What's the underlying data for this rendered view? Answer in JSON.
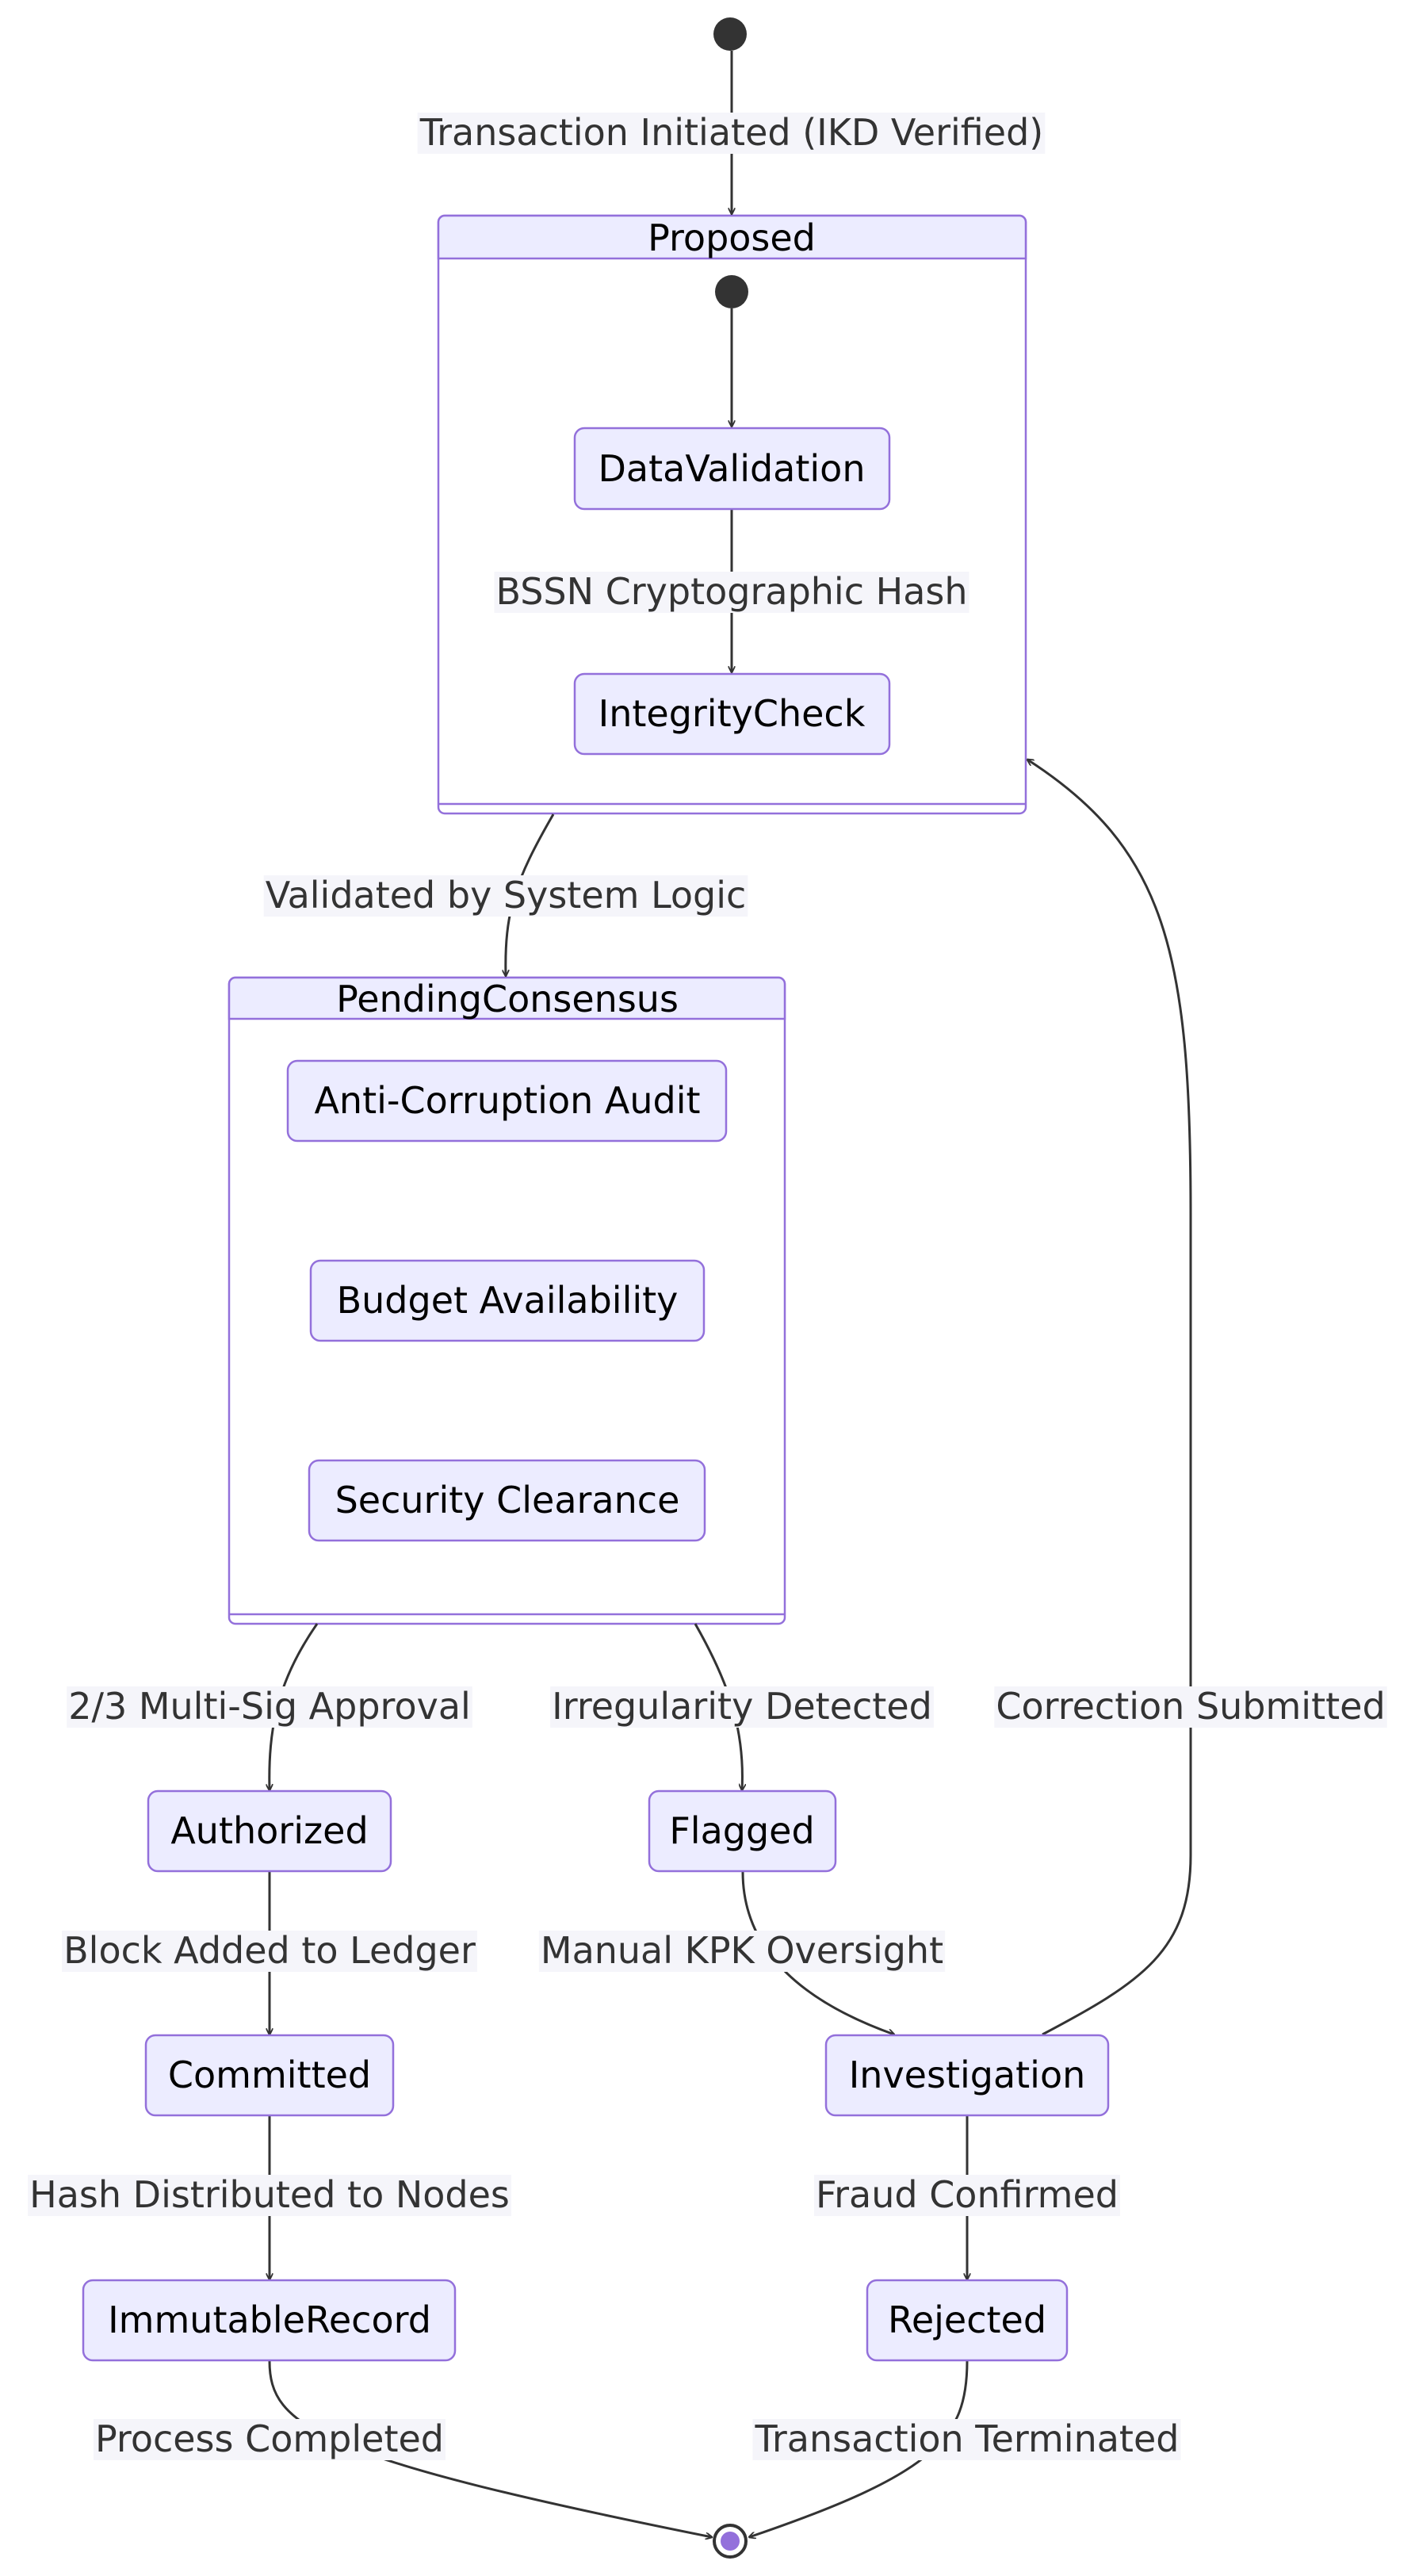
{
  "colors": {
    "node_fill": "#ECECFF",
    "node_stroke": "#9370DB",
    "edge": "#333333",
    "start_dot": "#333333",
    "end_inner": "#9370DB",
    "label_bg": "#F5F5FA"
  },
  "composites": {
    "proposed": "Proposed",
    "pending": "PendingConsensus"
  },
  "states": {
    "data_validation": "DataValidation",
    "integrity_check": "IntegrityCheck",
    "anti_corruption": "Anti-Corruption Audit",
    "budget": "Budget Availability",
    "security": "Security Clearance",
    "authorized": "Authorized",
    "flagged": "Flagged",
    "committed": "Committed",
    "investigation": "Investigation",
    "immutable": "ImmutableRecord",
    "rejected": "Rejected"
  },
  "edges": {
    "initiated": "Transaction Initiated (IKD Verified)",
    "bssn": "BSSN Cryptographic Hash",
    "validated": "Validated by System Logic",
    "multisig": "2/3 Multi-Sig Approval",
    "irregularity": "Irregularity Detected",
    "correction": "Correction Submitted",
    "block_added": "Block Added to Ledger",
    "manual_kpk": "Manual KPK Oversight",
    "hash_distributed": "Hash Distributed to Nodes",
    "fraud": "Fraud Confirmed",
    "process_completed": "Process Completed",
    "terminated": "Transaction Terminated"
  }
}
